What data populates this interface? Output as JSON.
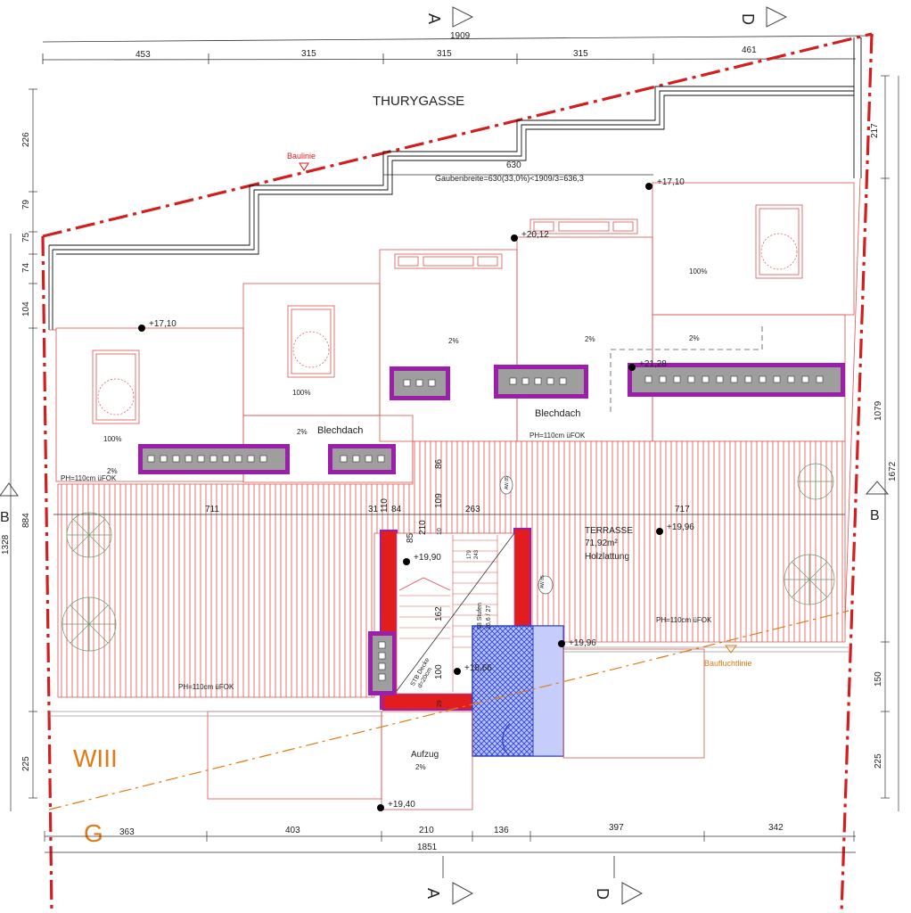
{
  "street": "THURYGASSE",
  "baulinie": "Baulinie",
  "baufluchtlinie": "Baufluchtlinie",
  "gaube": "Gaubenbreite=630(33,0%)<1909/3=636,3",
  "section_labels": {
    "a_top": "A",
    "d_top": "D",
    "a_bottom": "A",
    "d_bottom": "D",
    "b_left": "B",
    "b_right": "B"
  },
  "zone": {
    "wiii": "WIII",
    "g": "G"
  },
  "top_dims": {
    "total": "1909",
    "segments": [
      "453",
      "315",
      "315",
      "315",
      "461"
    ],
    "gaube_width": "630"
  },
  "bottom_dims": {
    "segments": [
      "363",
      "403",
      "210",
      "136",
      "397",
      "342"
    ],
    "total": "1851"
  },
  "left_dims": [
    "226",
    "79",
    "75",
    "74",
    "104",
    "884",
    "225",
    "1328"
  ],
  "right_dims": [
    "217",
    "1079",
    "1672",
    "150",
    "225"
  ],
  "inner_dims": [
    "711",
    "31",
    "110",
    "84",
    "263",
    "717",
    "86",
    "109",
    "210",
    "85",
    "162",
    "100",
    "29",
    "10"
  ],
  "levels": [
    "+17,10",
    "+17,10",
    "+20,12",
    "+21,28",
    "+19,96",
    "+19,96",
    "+19,90",
    "+18,66",
    "+19,40"
  ],
  "slopes": [
    "100%",
    "100%",
    "100%",
    "2%",
    "2%",
    "2%",
    "2%",
    "2%",
    "2%"
  ],
  "roof": {
    "blechdach1": "Blechdach",
    "blechdach2": "Blechdach"
  },
  "ph": [
    "PH=110cm üFOK",
    "PH=110cm üFOK",
    "PH=110cm üFOK",
    "PH=110cm üFOK"
  ],
  "terrace": {
    "title": "TERRASSE",
    "area": "71,92m²",
    "surface": "Holzlattung"
  },
  "stair": {
    "steps": "18 Stufen",
    "ratio": "16,6 / 27",
    "slab": "STB Decke",
    "slab_thick": "d=20cm",
    "dim1": "179",
    "dim2": "243",
    "tag": "AW 85",
    "tag2": "AW 85"
  },
  "lift": "Aufzug",
  "colors": {
    "red": "#d21e1e",
    "orange": "#e07a14",
    "magenta": "#9b1fa8",
    "blue": "#2a3fd6"
  }
}
